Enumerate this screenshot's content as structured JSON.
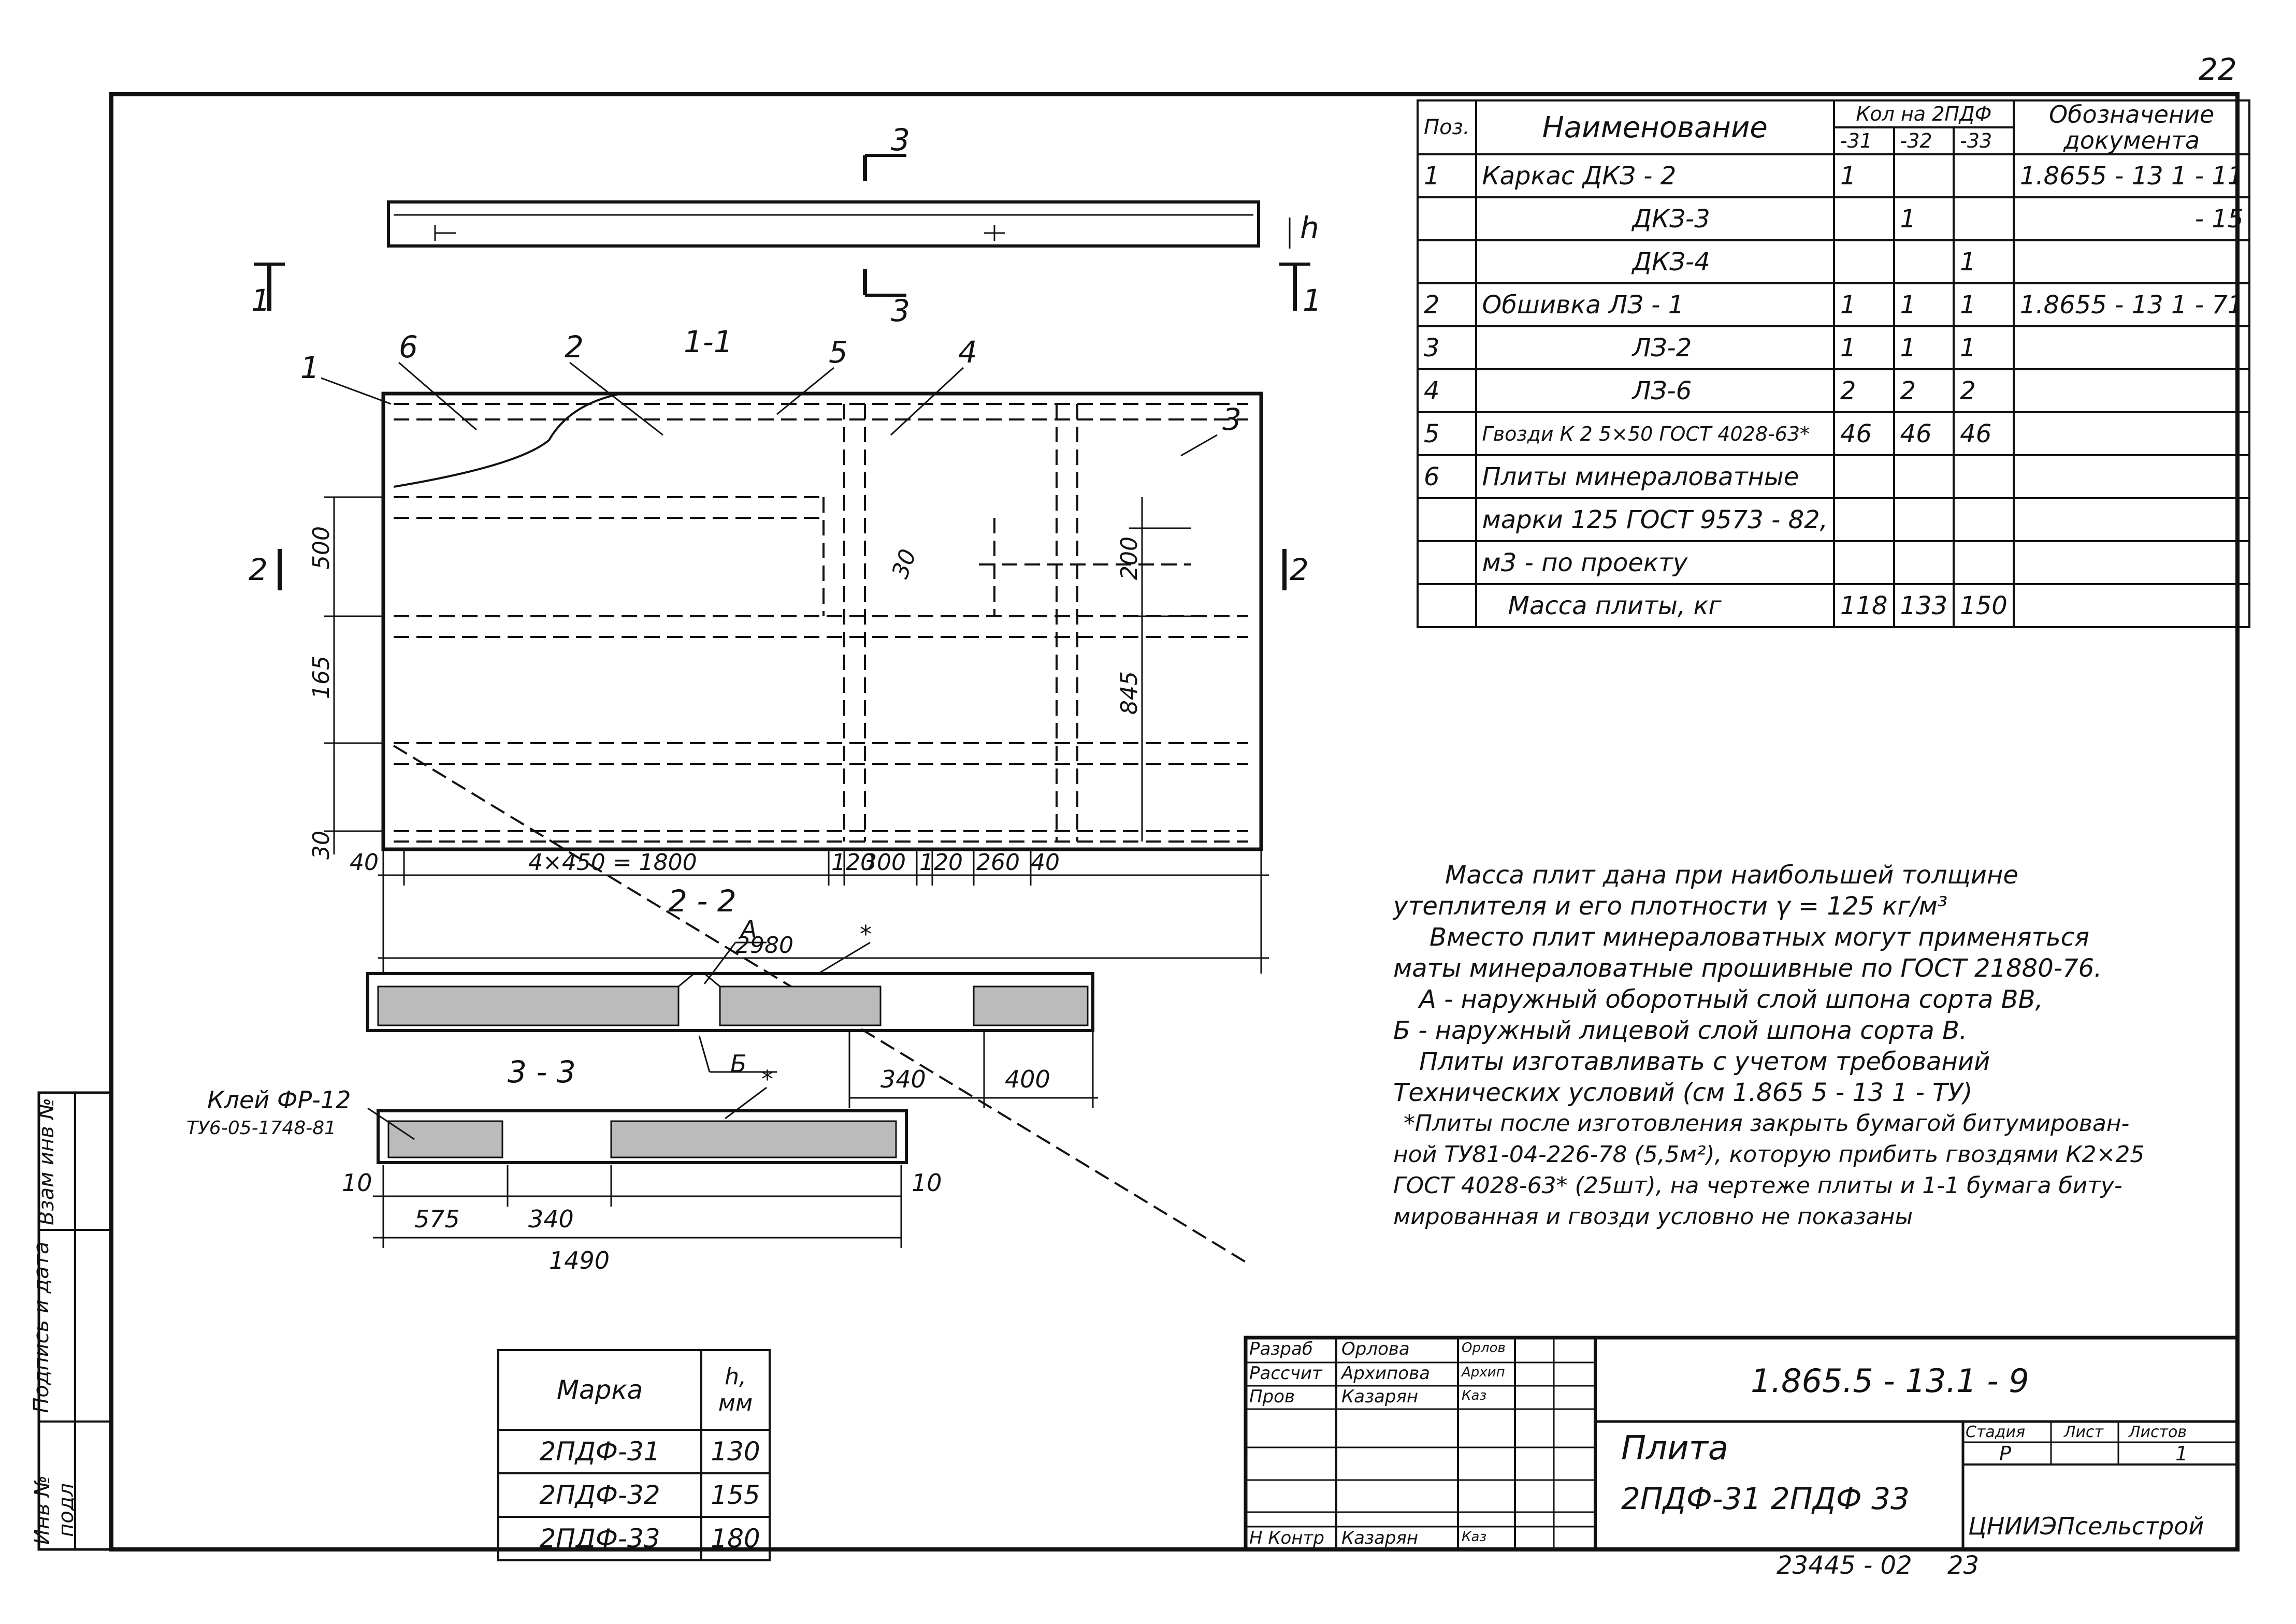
{
  "page_number": "22",
  "spec_table": {
    "headers": {
      "pos": "Поз.",
      "name": "Наименование",
      "qty": "Кол на 2ПДФ",
      "qty_cols": [
        "-31",
        "-32",
        "-33"
      ],
      "doc": "Обозначение документа"
    },
    "rows": [
      {
        "pos": "1",
        "name": "Каркас  ДКЗ - 2",
        "q1": "1",
        "q2": "",
        "q3": "",
        "doc": "1.8655 - 13 1 - 11"
      },
      {
        "pos": "",
        "name": "ДКЗ-3",
        "q1": "",
        "q2": "1",
        "q3": "",
        "doc": "- 15"
      },
      {
        "pos": "",
        "name": "ДКЗ-4",
        "q1": "",
        "q2": "",
        "q3": "1",
        "doc": ""
      },
      {
        "pos": "2",
        "name": "Обшивка  ЛЗ - 1",
        "q1": "1",
        "q2": "1",
        "q3": "1",
        "doc": "1.8655 - 13 1 - 71"
      },
      {
        "pos": "3",
        "name": "ЛЗ-2",
        "q1": "1",
        "q2": "1",
        "q3": "1",
        "doc": ""
      },
      {
        "pos": "4",
        "name": "ЛЗ-6",
        "q1": "2",
        "q2": "2",
        "q3": "2",
        "doc": ""
      },
      {
        "pos": "5",
        "name": "Гвозди К 2 5×50 ГОСТ 4028-63*",
        "q1": "46",
        "q2": "46",
        "q3": "46",
        "doc": ""
      },
      {
        "pos": "6",
        "name": "Плиты минераловатные",
        "q1": "",
        "q2": "",
        "q3": "",
        "doc": ""
      },
      {
        "pos": "",
        "name": "марки 125 ГОСТ 9573 - 82,",
        "q1": "",
        "q2": "",
        "q3": "",
        "doc": ""
      },
      {
        "pos": "",
        "name": "м3 - по проекту",
        "q1": "",
        "q2": "",
        "q3": "",
        "doc": ""
      },
      {
        "pos": "",
        "name": "Масса  плиты, кг",
        "q1": "118",
        "q2": "133",
        "q3": "150",
        "doc": ""
      }
    ]
  },
  "drawing": {
    "section_1_1": "1-1",
    "section_2_2": "2 - 2",
    "section_3_3": "3 - 3",
    "cut_3": "3",
    "cut_1": "1",
    "cut_2": "2",
    "h_label": "h",
    "callouts": [
      "1",
      "6",
      "2",
      "5",
      "4",
      "3"
    ],
    "dims_left": [
      "500",
      "165",
      "30"
    ],
    "dims_right": [
      "200",
      "845"
    ],
    "dim_30": "30",
    "dims_bottom": [
      "40",
      "4×450 = 1800",
      "120",
      "300",
      "120",
      "260",
      "40"
    ],
    "dim_total": "2980",
    "sec22_labels": {
      "a": "А",
      "star": "*",
      "b": "Б",
      "d1": "340",
      "d2": "400"
    },
    "sec33_labels": {
      "glue": "Клей ФР-12",
      "glue_tu": "ТУ6-05-1748-81",
      "star": "*",
      "d10a": "10",
      "d10b": "10",
      "d575": "575",
      "d340": "340",
      "d1490": "1490"
    }
  },
  "marka_table": {
    "headers": [
      "Марка",
      "h, мм"
    ],
    "rows": [
      [
        "2ПДФ-31",
        "130"
      ],
      [
        "2ПДФ-32",
        "155"
      ],
      [
        "2ПДФ-33",
        "180"
      ]
    ]
  },
  "notes": [
    "Масса плит дана при наибольшей толщине",
    "утеплителя и его плотности γ = 125 кг/м³",
    "Вместо плит минераловатных могут применяться",
    "маты минераловатные прошивные по ГОСТ 21880-76.",
    "А - наружный оборотный слой шпона сорта ВВ,",
    "Б - наружный лицевой слой шпона сорта В.",
    "Плиты изготавливать с учетом требований",
    "Технических условий (см 1.865 5 - 13 1 - ТУ)",
    "*Плиты после изготовления закрыть бумагой битумирован-",
    "ной ТУ81-04-226-78 (5,5м²), которую прибить гвоздями К2×25",
    "ГОСТ 4028-63* (25шт), на чертеже плиты и 1-1 бумага биту-",
    "мированная и гвозди условно не показаны"
  ],
  "side_stamp": [
    "Инв № подл",
    "Подпись и дата",
    "Взам инв №"
  ],
  "title_block": {
    "people": [
      {
        "role": "Разраб",
        "name": "Орлова",
        "sign": "Орлов"
      },
      {
        "role": "Рассчит",
        "name": "Архипова",
        "sign": "Архип"
      },
      {
        "role": "Пров",
        "name": "Казарян",
        "sign": "Каз"
      },
      {
        "role": "",
        "name": "",
        "sign": ""
      },
      {
        "role": "",
        "name": "",
        "sign": ""
      },
      {
        "role": "",
        "name": "",
        "sign": ""
      },
      {
        "role": "Н Контр",
        "name": "Казарян",
        "sign": "Каз"
      }
    ],
    "code": "1.865.5 - 13.1 - 9",
    "item_name": "Плита",
    "item_marks": "2ПДФ-31  2ПДФ 33",
    "stage_labels": [
      "Стадия",
      "Лист",
      "Листов"
    ],
    "stage_values": [
      "Р",
      "",
      "1"
    ],
    "org": "ЦНИИЭПсельстрой"
  },
  "footer": {
    "archive": "23445 - 02",
    "sheet": "23"
  }
}
